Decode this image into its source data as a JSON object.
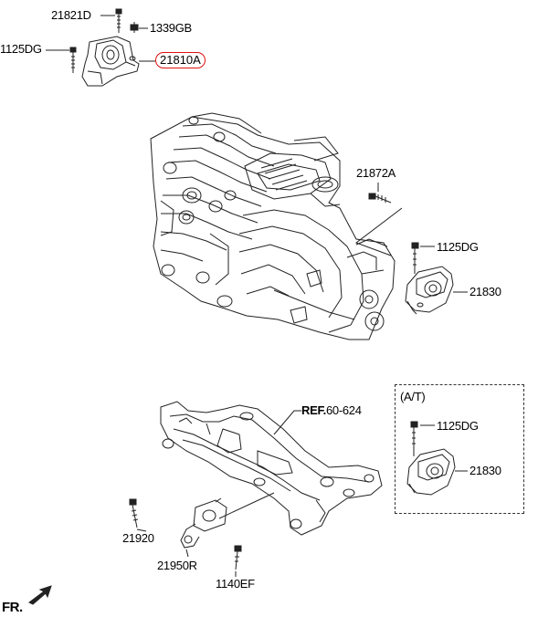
{
  "labels": {
    "part_21821d": "21821D",
    "part_1339gb": "1339GB",
    "part_1125dg_top": "1125DG",
    "part_21810a": "21810A",
    "part_21872a": "21872A",
    "part_1125dg_mid": "1125DG",
    "part_21830_mid": "21830",
    "ref_prefix": "REF.",
    "ref_suffix": "60-624",
    "at_label": "(A/T)",
    "part_1125dg_at": "1125DG",
    "part_21830_at": "21830",
    "part_21920": "21920",
    "part_21950r": "21950R",
    "part_1140ef": "1140EF",
    "fr_label": "FR."
  },
  "colors": {
    "highlight": "#e01010",
    "line": "#222222"
  }
}
